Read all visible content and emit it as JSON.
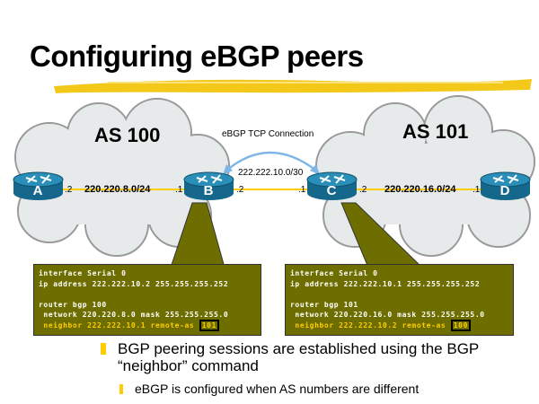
{
  "title": "Configuring eBGP peers",
  "colors": {
    "brush": "#f2c200",
    "link": "#ffcc00",
    "router": "#1b7ea6",
    "callout": "#6e6e00",
    "cloud": "#e6eaea",
    "arrow": "#7fb6e6"
  },
  "diagram": {
    "as_left": "AS 100",
    "as_right": "AS 101",
    "connection_label": "eBGP TCP Connection",
    "routers": [
      "A",
      "B",
      "C",
      "D"
    ],
    "networks": {
      "left": "220.220.8.0/24",
      "middle": "222.222.10.0/30",
      "right": "220.220.16.0/24"
    },
    "iface": {
      "a": ".2",
      "b_left": ".1",
      "b_right": ".2",
      "c_left": ".1",
      "c_right": ".2",
      "d": ".1"
    }
  },
  "config_b": {
    "l1": "interface Serial 0",
    "l2": "ip address 222.222.10.2 255.255.255.252",
    "l3": "router bgp 100",
    "l4": " network 220.220.8.0 mask 255.255.255.0",
    "l5": " neighbor 222.222.10.1 remote-as ",
    "as": "101"
  },
  "config_c": {
    "l1": "interface Serial 0",
    "l2": "ip address 222.222.10.1 255.255.255.252",
    "l3": "router bgp 101",
    "l4": " network 220.220.16.0 mask 255.255.255.0",
    "l5": " neighbor 222.222.10.2 remote-as ",
    "as": "100"
  },
  "bullets": {
    "main": "BGP peering sessions are established using the BGP “neighbor” command",
    "sub": "eBGP is configured when AS numbers are different"
  }
}
